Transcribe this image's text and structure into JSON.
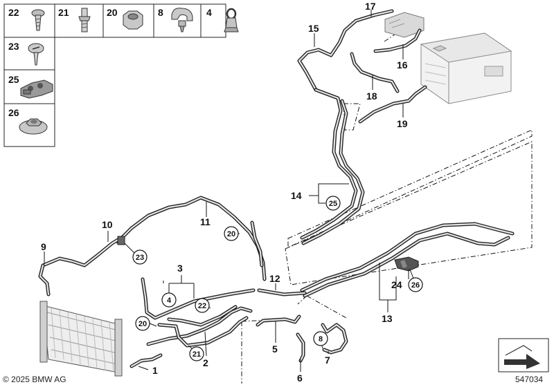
{
  "parts_grid": {
    "row1": [
      {
        "num": "22",
        "icon": "bolt-icon"
      },
      {
        "num": "21",
        "icon": "stud-icon"
      },
      {
        "num": "20",
        "icon": "hex-nut-icon"
      },
      {
        "num": "8",
        "icon": "pipe-clamp-icon"
      },
      {
        "num": "4",
        "icon": "bracket-clip-icon"
      }
    ],
    "column": [
      {
        "num": "23",
        "icon": "screw-icon"
      },
      {
        "num": "25",
        "icon": "pipe-holder-icon"
      },
      {
        "num": "26",
        "icon": "flange-nut-icon"
      }
    ]
  },
  "callouts": {
    "c1": "1",
    "c2": "2",
    "c3": "3",
    "c5": "5",
    "c6": "6",
    "c7": "7",
    "c9": "9",
    "c10": "10",
    "c11": "11",
    "c12": "12",
    "c13": "13",
    "c14": "14",
    "c15": "15",
    "c16": "16",
    "c17": "17",
    "c18": "18",
    "c19": "19",
    "c24": "24"
  },
  "circled": {
    "k4": "4",
    "k8": "8",
    "k20a": "20",
    "k20b": "20",
    "k21": "21",
    "k22": "22",
    "k23": "23",
    "k25": "25",
    "k26": "26"
  },
  "footer": {
    "copyright": "© 2025 BMW AG",
    "diagram_id": "547034"
  }
}
